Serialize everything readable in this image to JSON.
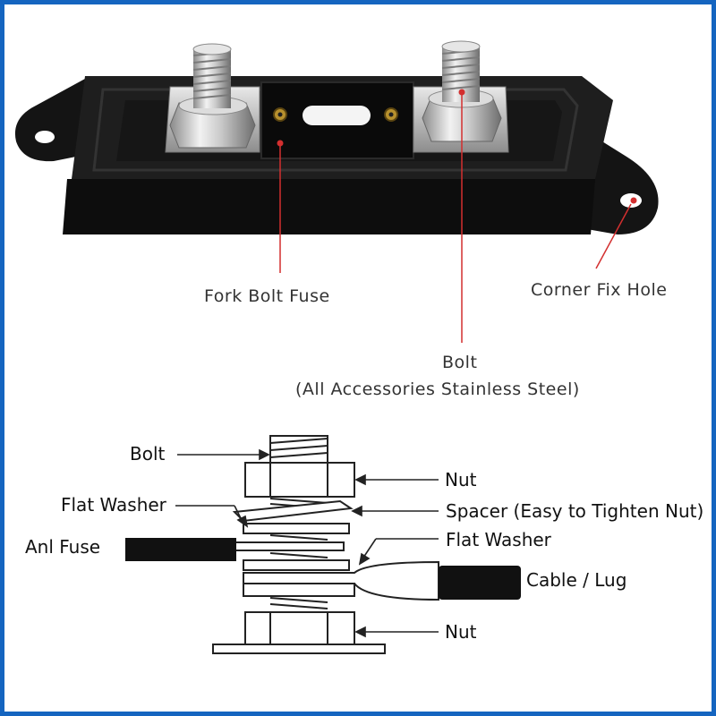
{
  "top_labels": {
    "fork_bolt_fuse": "Fork Bolt Fuse",
    "corner_fix_hole": "Corner Fix Hole",
    "bolt": "Bolt",
    "bolt_note": "(All Accessories Stainless Steel)"
  },
  "diagram_labels": {
    "bolt": "Bolt",
    "flat_washer_left": "Flat Washer",
    "anl_fuse": "Anl Fuse",
    "nut_top": "Nut",
    "spacer": "Spacer (Easy to Tighten Nut)",
    "flat_washer_right": "Flat Washer",
    "cable_lug": "Cable / Lug",
    "nut_bottom": "Nut"
  },
  "colors": {
    "frame": "#1565c0",
    "callout": "#d32f2f",
    "housing": "#111111"
  }
}
